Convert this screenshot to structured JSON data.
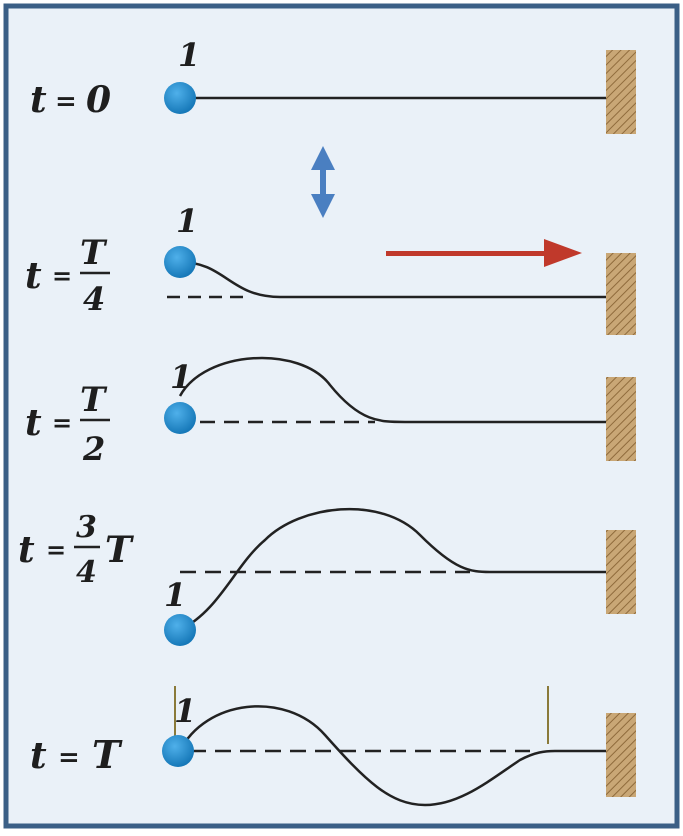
{
  "colors": {
    "background": "#eaf1f8",
    "border": "#3b5f86",
    "string": "#222222",
    "ball": "#1b86c9",
    "wall": "#b59261",
    "vertical_arrow": "#4a7fc1",
    "horizontal_arrow": "#c0392b",
    "marker": "#8a7a3a"
  },
  "point_label": "1",
  "panels": [
    {
      "t": "t",
      "eq": "=",
      "value": "0"
    },
    {
      "t": "t",
      "eq": "=",
      "num": "T",
      "den": "4"
    },
    {
      "t": "t",
      "eq": "=",
      "num": "T",
      "den": "2"
    },
    {
      "t": "t",
      "eq": "=",
      "num": "3",
      "den": "4",
      "suffix": "T"
    },
    {
      "t": "t",
      "eq": "=",
      "value": "T"
    }
  ]
}
